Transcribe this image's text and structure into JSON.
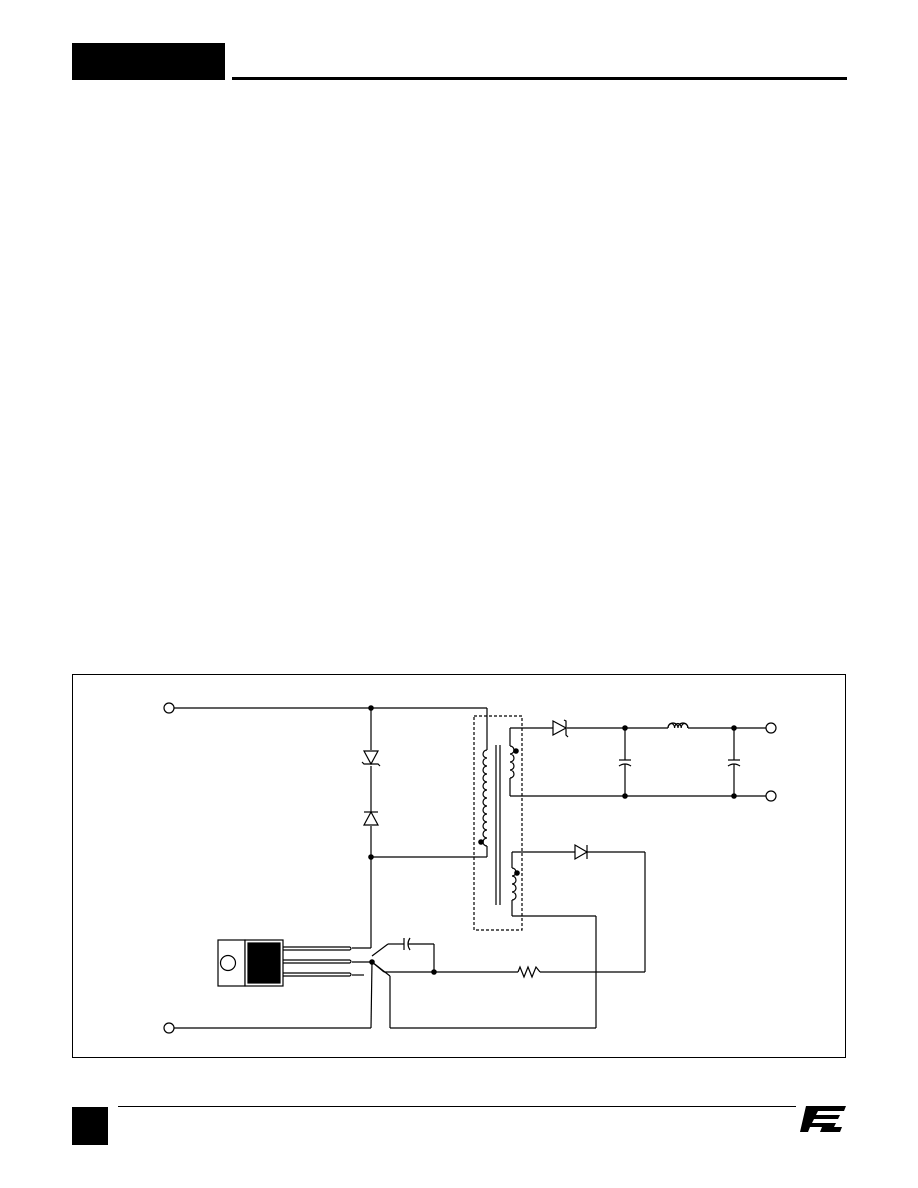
{
  "header": {
    "block_color": "#000000"
  },
  "figure": {
    "type": "flyback-converter-schematic",
    "components": [
      "input-terminal-positive",
      "input-terminal-negative",
      "clamp-zener-diode",
      "blocking-diode",
      "transformer",
      "output-rectifier-diode",
      "output-capacitor-1",
      "output-inductor",
      "output-capacitor-2",
      "output-terminal-positive",
      "output-terminal-return",
      "bias-diode",
      "bias-resistor",
      "control-capacitor",
      "switcher-ic-to220"
    ]
  },
  "footer": {
    "logo_icon": "power-integrations-logo-icon"
  }
}
